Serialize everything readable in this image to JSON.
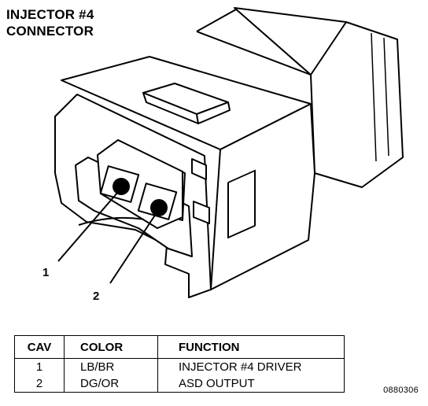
{
  "title": {
    "line1": "INJECTOR #4",
    "line2": "CONNECTOR"
  },
  "callouts": [
    "1",
    "2"
  ],
  "table": {
    "headers": [
      "CAV",
      "COLOR",
      "FUNCTION"
    ],
    "rows": [
      [
        "1",
        "LB/BR",
        "INJECTOR #4 DRIVER"
      ],
      [
        "2",
        "DG/OR",
        "ASD OUTPUT"
      ]
    ]
  },
  "figure_code": "0880306"
}
